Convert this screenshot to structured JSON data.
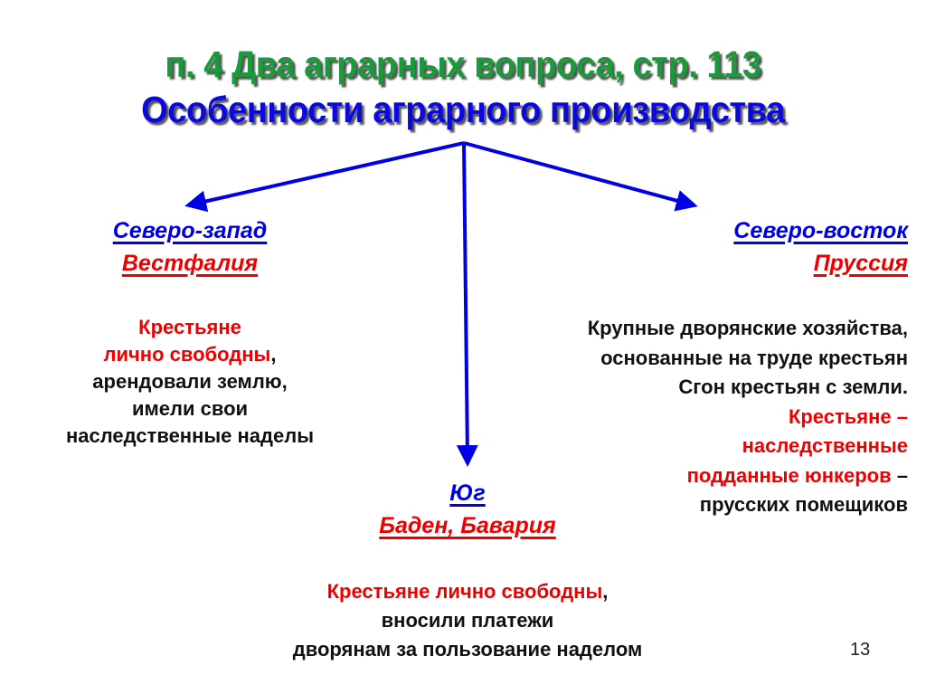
{
  "title": {
    "line1": "п. 4 Два аграрных вопроса, стр. 113",
    "line2": "Особенности аграрного производства"
  },
  "northwest": {
    "region": "Северо-запад",
    "land": "Вестфалия",
    "lines": [
      {
        "red": "Крестьяне",
        "black": ""
      },
      {
        "red": "лично свободны",
        "black": ","
      },
      {
        "red": "",
        "black": "арендовали землю,"
      },
      {
        "red": "",
        "black": "имели свои"
      },
      {
        "red": "",
        "black": "наследственные наделы"
      }
    ]
  },
  "northeast": {
    "region": "Северо-восток",
    "land": "Пруссия",
    "lines": [
      {
        "red": "",
        "black": "Крупные дворянские хозяйства,"
      },
      {
        "red": "",
        "black": "основанные на труде крестьян"
      },
      {
        "red": "",
        "black": "Сгон крестьян с земли."
      },
      {
        "red": "Крестьяне –",
        "black": ""
      },
      {
        "red": "наследственные",
        "black": ""
      },
      {
        "red": "подданные юнкеров",
        "black": " –"
      },
      {
        "red": "",
        "black": "прусских помещиков"
      }
    ]
  },
  "south": {
    "region": "Юг",
    "land": "Баден, Бавария",
    "lines": [
      {
        "red": "Крестьяне лично свободны",
        "black": ","
      },
      {
        "red": "",
        "black": "вносили платежи"
      },
      {
        "red": "",
        "black": "дворянам за пользование наделом"
      }
    ]
  },
  "page_number": "13",
  "colors": {
    "title_green": "#1a9a3a",
    "title_blue": "#0a0adc",
    "arrow_blue": "#0000e6",
    "accent_red": "#ee0000"
  }
}
